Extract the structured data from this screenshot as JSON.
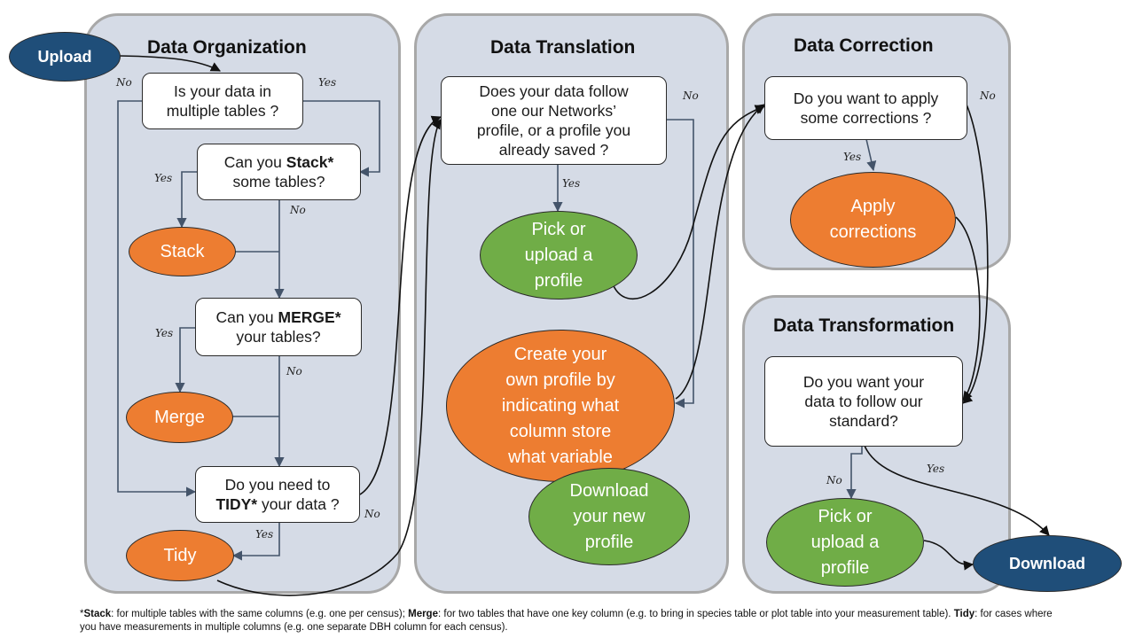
{
  "panels": {
    "organization": "Data Organization",
    "translation": "Data Translation",
    "correction": "Data Correction",
    "transformation": "Data Transformation"
  },
  "nodes": {
    "upload": "Upload",
    "q_multiple": [
      "Is your data in",
      "multiple tables ?"
    ],
    "q_stack": {
      "pre": "Can you ",
      "bold": "Stack*",
      "line2": "some tables?"
    },
    "stack": "Stack",
    "q_merge": {
      "pre": "Can you ",
      "bold": "MERGE*",
      "line2": "your tables?"
    },
    "merge": "Merge",
    "q_tidy": {
      "line1": "Do you need to",
      "bold": "TIDY*",
      "post": " your data ?"
    },
    "tidy": "Tidy",
    "q_profile": [
      "Does your data follow",
      "one our Networks’",
      "profile, or a profile you",
      "already saved ?"
    ],
    "pick_profile_1": [
      "Pick or",
      "upload a",
      "profile"
    ],
    "create_profile": [
      "Create your",
      "own profile by",
      "indicating what",
      "column store",
      "what variable"
    ],
    "download_profile": [
      "Download",
      "your new",
      "profile"
    ],
    "q_corrections": [
      "Do you want to apply",
      "some corrections ?"
    ],
    "apply_corrections": [
      "Apply",
      "corrections"
    ],
    "q_standard": [
      "Do you want your",
      "data to follow our",
      "standard?"
    ],
    "pick_profile_2": [
      "Pick or",
      "upload a",
      "profile"
    ],
    "download": "Download"
  },
  "edge_labels": {
    "no_multiple": "No",
    "yes_multiple": "Yes",
    "yes_stack": "Yes",
    "no_stack": "No",
    "yes_merge": "Yes",
    "no_merge": "No",
    "no_tidy": "No",
    "yes_tidy": "Yes",
    "no_profile": "No",
    "yes_profile": "Yes",
    "yes_corrections": "Yes",
    "no_corrections": "No",
    "no_standard": "No",
    "yes_standard": "Yes"
  },
  "footnote": {
    "stack_term": "Stack",
    "stack_desc": ": for multiple tables with the same columns (e.g. one per census); ",
    "merge_term": "Merge",
    "merge_desc": ": for two tables that have one key column (e.g. to bring in species table or plot table into your measurement table). ",
    "tidy_term": "Tidy",
    "tidy_desc": ": for cases where  you have measurements in multiple columns (e.g. one separate DBH column for each census)."
  },
  "colors": {
    "panel_fill": "#d5dbe6",
    "panel_border": "#a8a8a8",
    "orange": "#ed7d31",
    "green": "#70ad47",
    "navy": "#1f4e79",
    "arrow": "#44546a"
  }
}
